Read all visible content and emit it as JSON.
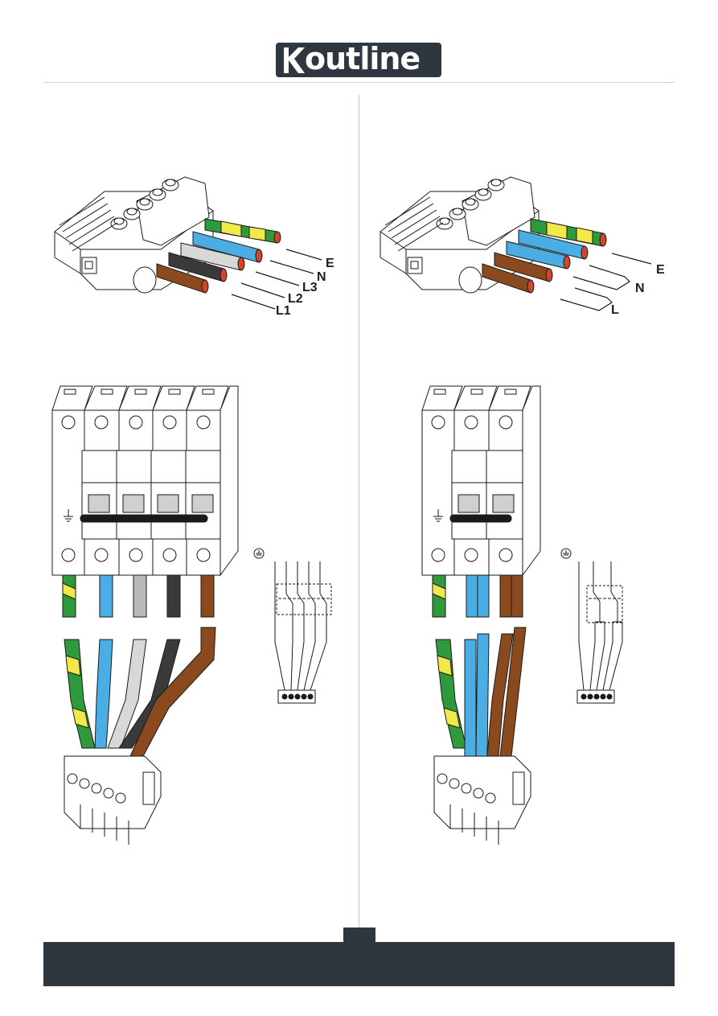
{
  "header": {
    "logo_text": "outline",
    "accent": "#2e3740"
  },
  "colors": {
    "earth_green": "#2f9a3c",
    "earth_yellow": "#f1e84a",
    "neutral_blue": "#4aaee4",
    "phase_brown": "#8a4a1e",
    "phase_black": "#3a3a3a",
    "phase_grey": "#b9b9b9",
    "wire_tip": "#d2452b",
    "footer": "#2e3740"
  },
  "three_phase": {
    "connector_labels": {
      "e": "E",
      "n": "N",
      "l3": "L3",
      "l2": "L2",
      "l1": "L1"
    }
  },
  "single_phase": {
    "connector_labels": {
      "e": "E",
      "n": "N",
      "l": "L"
    }
  }
}
